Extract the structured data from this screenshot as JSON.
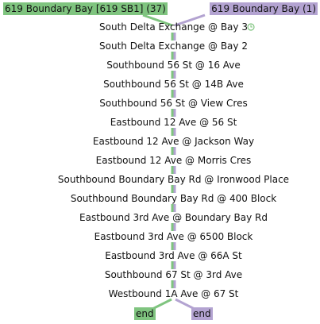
{
  "colors": {
    "route_a": "#7fc47f",
    "route_b": "#b3a3d1",
    "stop_text": "#111111",
    "background": "#ffffff"
  },
  "routes": [
    {
      "id": "a",
      "label": "619 Boundary Bay [619 SB1] (37)",
      "end_label": "end"
    },
    {
      "id": "b",
      "label": "619 Boundary Bay (1)",
      "end_label": "end"
    }
  ],
  "stops": [
    "South Delta Exchange @ Bay 3",
    "South Delta Exchange @ Bay 2",
    "Southbound 56 St @ 16 Ave",
    "Southbound 56 St @ 14B Ave",
    "Southbound 56 St @ View Cres",
    "Eastbound 12 Ave @ 56 St",
    "Eastbound 12 Ave @ Jackson Way",
    "Eastbound 12 Ave @ Morris Cres",
    "Southbound Boundary Bay Rd @ Ironwood Place",
    "Southbound Boundary Bay Rd @ 400 Block",
    "Eastbound 3rd Ave @ Boundary Bay Rd",
    "Eastbound 3rd Ave @ 6500 Block",
    "Eastbound 3rd Ave @ 66A St",
    "Southbound 67 St @ 3rd Ave",
    "Westbound 1A Ave @ 67 St"
  ],
  "first_stop_icon": "clock-icon"
}
